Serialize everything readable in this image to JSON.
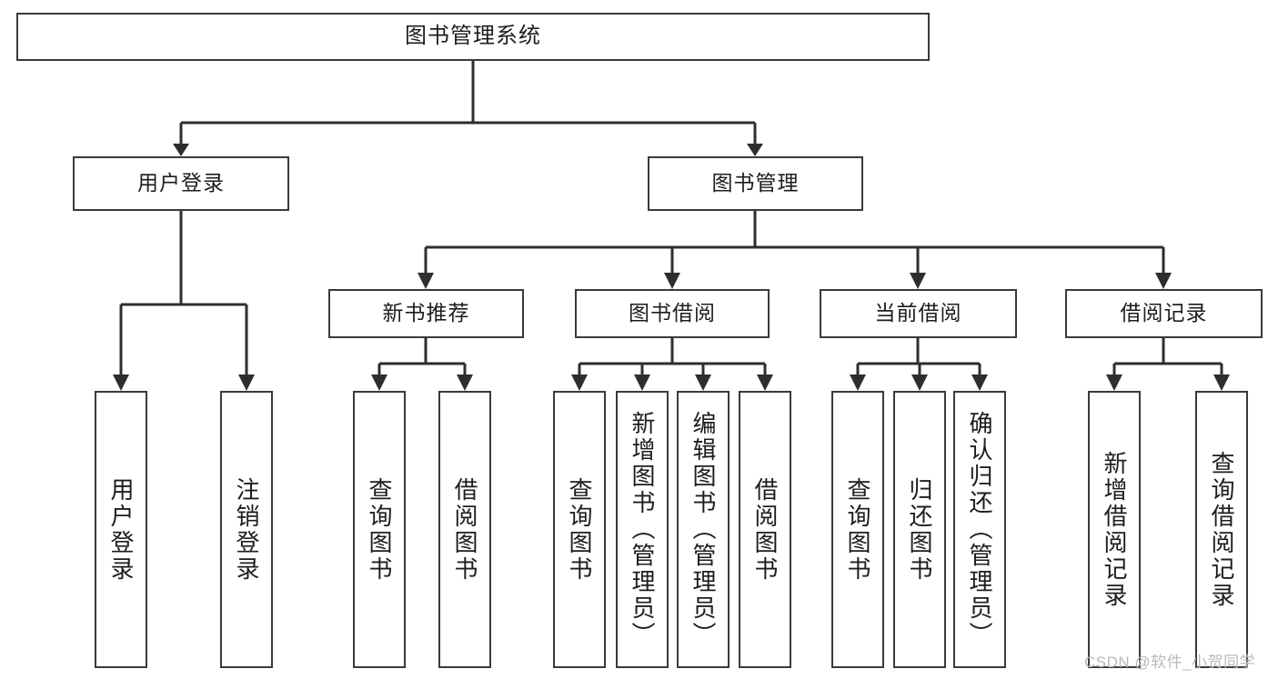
{
  "diagram": {
    "title": "图书管理系统",
    "watermark": "CSDN @软件_小贺同学",
    "type": "tree-hierarchy",
    "root": {
      "label": "图书管理系统"
    },
    "level1": [
      {
        "label": "用户登录"
      },
      {
        "label": "图书管理"
      }
    ],
    "level2": [
      {
        "label": "新书推荐"
      },
      {
        "label": "图书借阅"
      },
      {
        "label": "当前借阅"
      },
      {
        "label": "借阅记录"
      }
    ],
    "leaves": {
      "user_login": [
        {
          "label": "用户登录"
        },
        {
          "label": "注销登录"
        }
      ],
      "new_book_recommend": [
        {
          "label": "查询图书"
        },
        {
          "label": "借阅图书"
        }
      ],
      "book_borrow": [
        {
          "label": "查询图书"
        },
        {
          "label": "新增图书（管理员）"
        },
        {
          "label": "编辑图书（管理员）"
        },
        {
          "label": "借阅图书"
        }
      ],
      "current_borrow": [
        {
          "label": "查询图书"
        },
        {
          "label": "归还图书"
        },
        {
          "label": "确认归还（管理员）"
        }
      ],
      "borrow_records": [
        {
          "label": "新增借阅记录"
        },
        {
          "label": "查询借阅记录"
        }
      ]
    },
    "colors": {
      "box_border": "#3a3a3a",
      "box_fill": "#ffffff",
      "connector": "#2e2e2e",
      "text": "#1d1d1d",
      "watermark": "#b9b9b9"
    }
  }
}
